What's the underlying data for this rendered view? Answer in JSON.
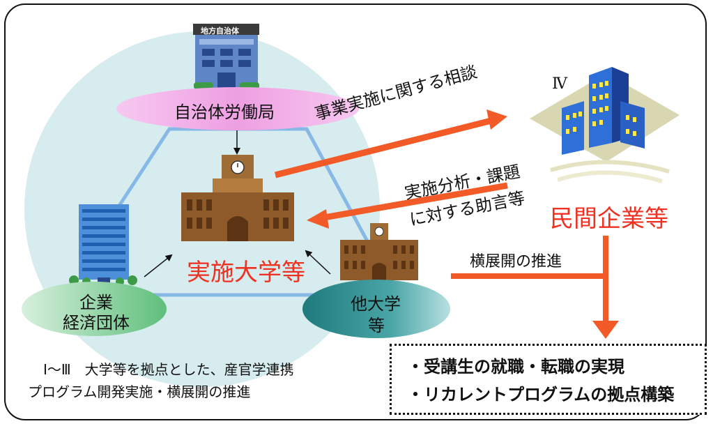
{
  "nodes": {
    "local_gov_sign": "地方自治体",
    "labor_bureau": "自治体労働局",
    "university": "実施大学等",
    "companies_line1": "企業",
    "companies_line2": "経済団体",
    "other_univ_line1": "他大学",
    "other_univ_line2": "等",
    "private_roman": "Ⅳ",
    "private_companies": "民間企業等"
  },
  "arrows": {
    "consultation": "事業実施に関する相談",
    "advice_line1": "実施分析・課題",
    "advice_line2": "に対する助言等",
    "rollout": "横展開の推進"
  },
  "caption": {
    "line1": "Ⅰ～Ⅲ　大学等を拠点とした、産官学連携",
    "line2": "プログラム開発実施・横展開の推進"
  },
  "results": {
    "line1": "・受講生の就職・転職の実現",
    "line2": "・リカレントプログラムの拠点構築"
  },
  "colors": {
    "circle": "#d6ecee",
    "labor_ellipse": "#f1a9e6",
    "companies_ellipse": "#7fcf96",
    "other_univ_ellipse": "#2f8c8e",
    "accent_arrow": "#f25a28",
    "highlight_text": "#f03020",
    "triangle": "#87b8e6"
  }
}
